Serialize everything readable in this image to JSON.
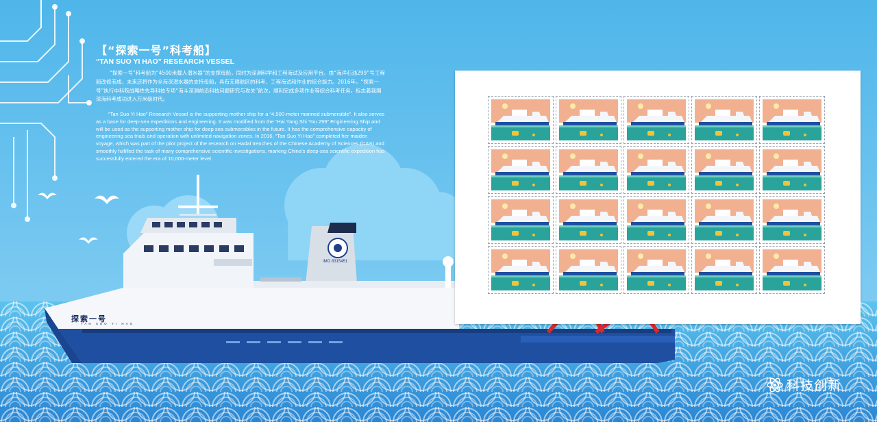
{
  "article": {
    "title_cn": "【“探索一号”科考船】",
    "title_en": "“TAN SUO YI HAO” RESEARCH VESSEL",
    "body_cn": "“探索一号”科考船为“4500米载人潜水器”的支撑母船，同时为深渊科学和工程海试及应用平台。由“海洋石油299”号工程船改修而成，未来还将作为全海深潜水器的支持母船，具有无限航区的科考、工程海试和作业的综合能力。2016年，“探索一号”执行中科院战略性先导科技专项“海斗深渊前沿科技问题研究与攻关”航次，顺利完成多项作业等综合科考任务，标志着我国深海科考成功进入万米级时代。",
    "body_en": "“Tan Suo Yi Hao” Research Vessel is the supporting mother ship for a “4,500-meter manned submersible”. It also serves as a base for deep-sea expeditions and engineering. It was modified from the “Hai Yang Shi You 299” Engineering Ship and will be used as the supporting mother ship for deep sea submersibles in the future. It has the comprehensive capacity of engineering sea trials and operation with unlimited navigation zones. In 2016, “Tan Suo Yi Hao” completed her maiden voyage, which was part of the pilot project of the research on Hadal trenches of the Chinese Academy of Sciences (CAS) and smoothly fulfilled the task of many comprehensive scientific investigations, marking China’s deep-sea scientific expedition has successfully entered the era of 10,000-meter level."
  },
  "ship": {
    "name_cn": "探索一号",
    "name_en": "TAN SUO YI HAO",
    "imo": "IMO 8315451"
  },
  "brand": {
    "text": "科技创新",
    "icon": "atom-icon"
  },
  "sheet": {
    "rows": 4,
    "cols": 5,
    "stamp_icon": "research-ship-stamp-icon"
  },
  "colors": {
    "sky": "#5bbcec",
    "sea_dark": "#1a6fc4",
    "hull_blue": "#1e4fa0",
    "boat_orange": "#e8501e",
    "stamp_sky": "#f1b190",
    "stamp_sea": "#2aa39a"
  }
}
